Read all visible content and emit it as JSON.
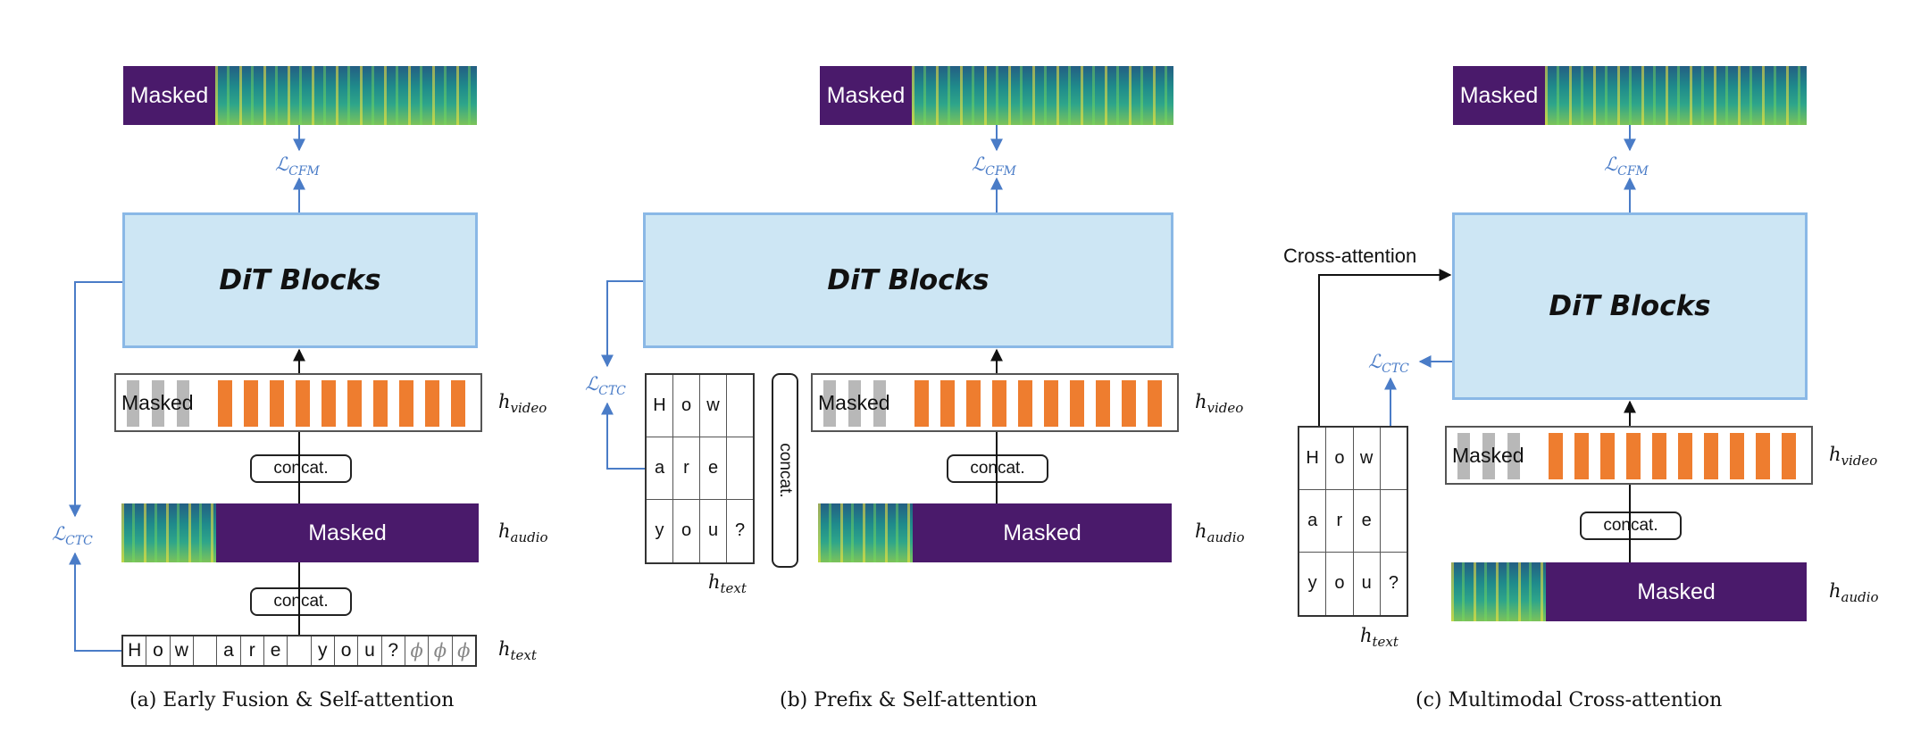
{
  "labels": {
    "masked": "Masked",
    "dit": "DiT Blocks",
    "concat": "concat.",
    "h_video": "h",
    "h_video_sub": "video",
    "h_audio": "h",
    "h_audio_sub": "audio",
    "h_text": "h",
    "h_text_sub": "text",
    "loss_cfm": "ℒ",
    "loss_cfm_sub": "CFM",
    "loss_ctc": "ℒ",
    "loss_ctc_sub": "CTC",
    "cross_attention": "Cross-attention"
  },
  "text_tokens_flat": [
    "H",
    "o",
    "w",
    "",
    "a",
    "r",
    "e",
    "",
    "y",
    "o",
    "u",
    "?",
    "ϕ",
    "ϕ",
    "ϕ"
  ],
  "text_grid": [
    [
      "H",
      "o",
      "w",
      ""
    ],
    [
      "a",
      "r",
      "e",
      ""
    ],
    [
      "y",
      "o",
      "u",
      "?"
    ]
  ],
  "captions": {
    "a": "(a)  Early Fusion & Self-attention",
    "b": "(b)  Prefix & Self-attention",
    "c": "(c)  Multimodal Cross-attention"
  },
  "colors": {
    "dit_fill": "#cde6f4",
    "dit_border": "#8ab8e6",
    "masked_purple": "#4a1a6b",
    "video_orange": "#ee7d2f",
    "video_gray": "#b8b8b8",
    "loss_blue": "#4a7cc7"
  }
}
